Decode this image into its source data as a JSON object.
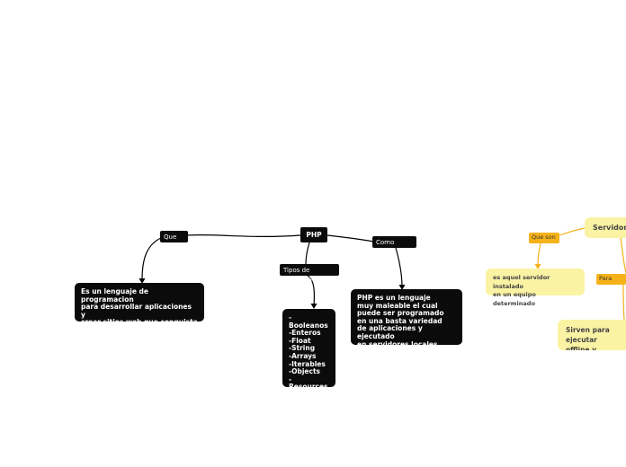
{
  "php_map": {
    "root": "PHP",
    "branch_que_es": "Que es",
    "branch_tipos": "Tipos de variables",
    "branch_como": "Como usarlo",
    "definition": "Es un lenguaje de programacion\npara desarrollar aplicaciones y\ncrear sitios web que conquista\ncada vez mas seguidores",
    "types_list": "-Booleanos\n-Enteros\n-Float\n-String\n-Arrays\n-Iterables\n-Objects\n-Resources\n-Null",
    "usage": "PHP es un lenguaje\nmuy maleable el cual\npuede ser programado\nen una basta variedad\nde aplicaciones y ejecutado\nen servidores locales"
  },
  "server_map": {
    "root": "Servidores",
    "branch_que_son": "Que son",
    "branch_para_que": "Para que",
    "definition": "es aquel servidor instalado\nen un equipo determinado",
    "purpose": "Sirven para ejecutar\noffline y online u..."
  },
  "colors": {
    "dark_node": "#0b0b0b",
    "light_node": "#fbf3a4",
    "accent_label": "#f6b21a",
    "dark_link": "#000000",
    "accent_link": "#f6b21a"
  }
}
